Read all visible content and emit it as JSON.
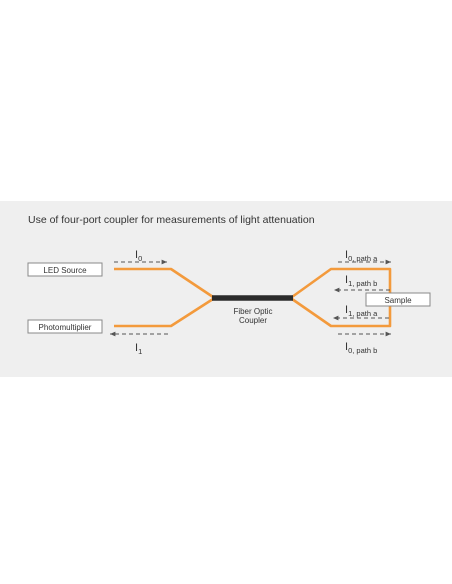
{
  "title": "Use of four-port coupler for measurements of light attenuation",
  "boxes": {
    "led_source": "LED Source",
    "photomultiplier": "Photomultiplier",
    "sample": "Sample"
  },
  "coupler": {
    "line1": "Fiber Optic",
    "line2": "Coupler"
  },
  "signals": {
    "i0": {
      "main": "I",
      "sub": "0"
    },
    "i1": {
      "main": "I",
      "sub": "1"
    },
    "i0_path_a": {
      "main": "I",
      "sub": "0, path a"
    },
    "i1_path_b": {
      "main": "I",
      "sub": "1, path b"
    },
    "i1_path_a": {
      "main": "I",
      "sub": "1, path a"
    },
    "i0_path_b": {
      "main": "I",
      "sub": "0, path b"
    }
  },
  "colors": {
    "fiber": "#f39a3c",
    "coupler": "#2b2b2b",
    "arrow": "#555555",
    "panel": "#efefef",
    "box_border": "#888888"
  }
}
